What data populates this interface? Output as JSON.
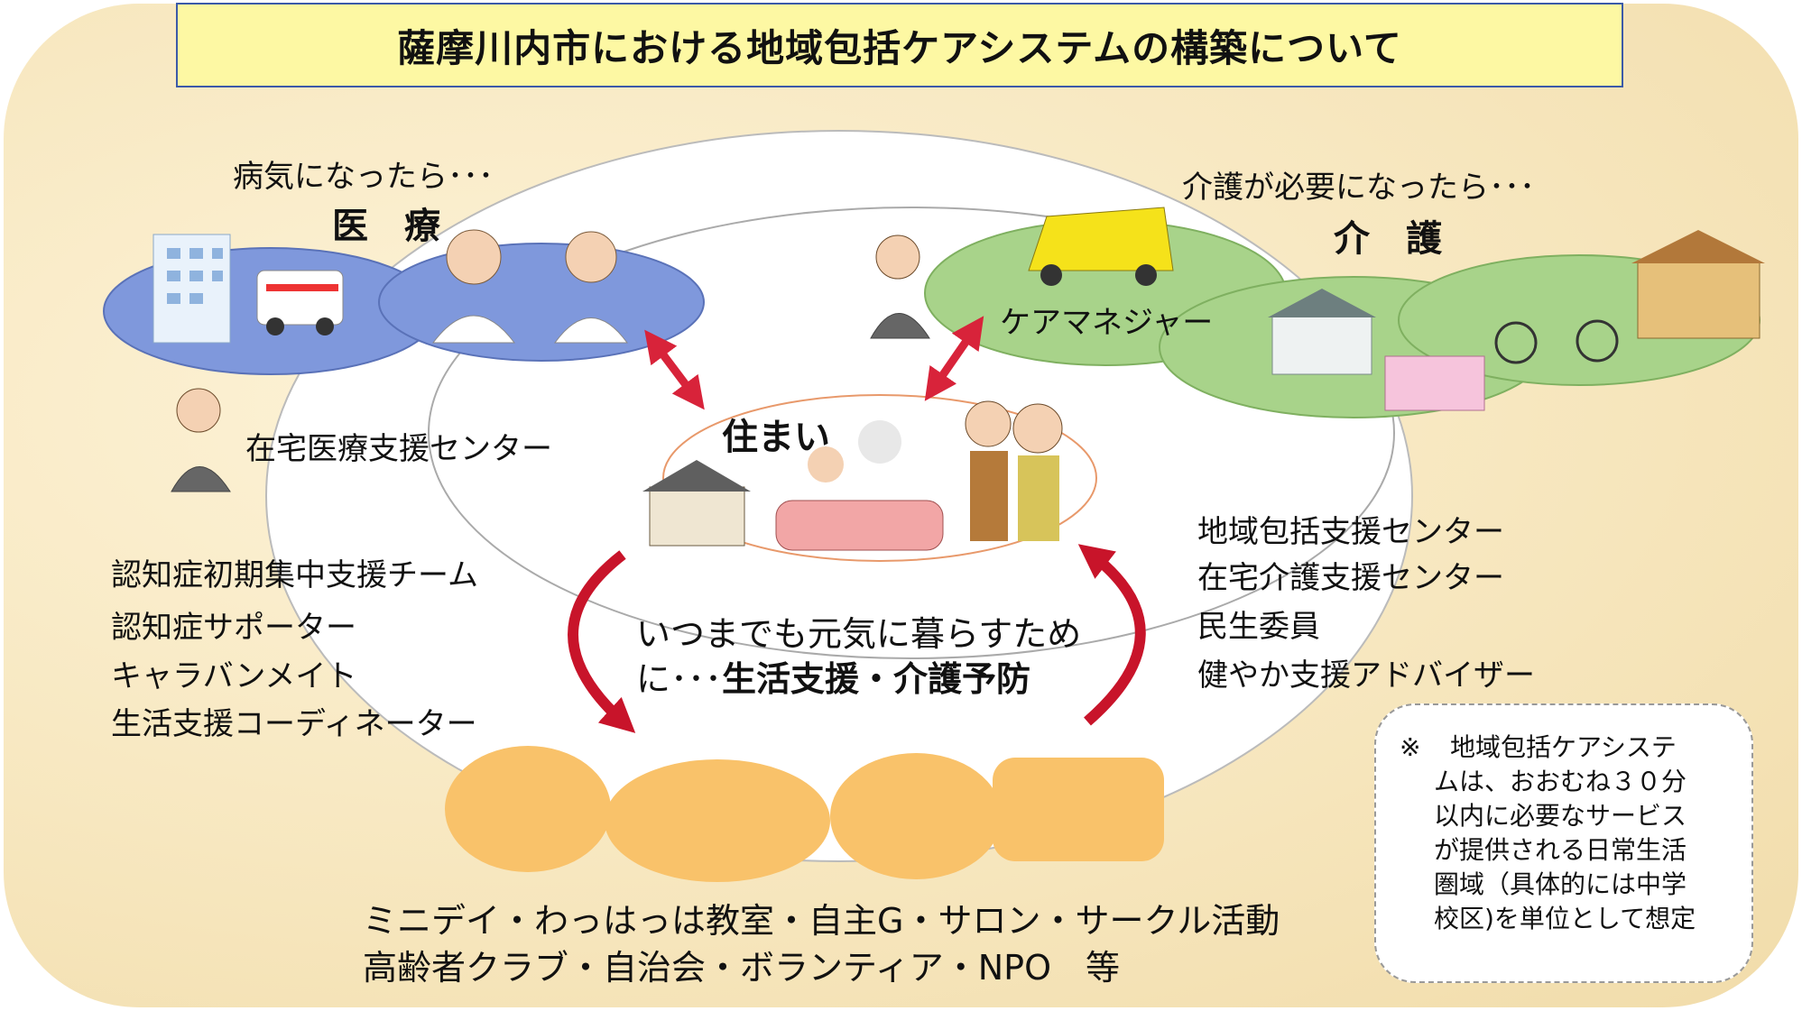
{
  "title": "薩摩川内市における地域包括ケアシステムの構築について",
  "medical": {
    "intro": "病気になったら･･･",
    "heading": "医　療",
    "home_center": "在宅医療支援センター"
  },
  "care": {
    "intro": "介護が必要になったら･･･",
    "heading": "介　護",
    "manager": "ケアマネジャー"
  },
  "housing": {
    "label": "住まい"
  },
  "left_list": [
    "認知症初期集中支援チーム",
    "認知症サポーター",
    "キャラバンメイト",
    "生活支援コーディネーター"
  ],
  "right_list": [
    "地域包括支援センター",
    "在宅介護支援センター",
    "民生委員",
    "健やか支援アドバイザー"
  ],
  "support": {
    "line1": "いつまでも元気に暮らすため",
    "line2_prefix": "に･･･",
    "line2_bold": "生活支援・介護予防"
  },
  "activities": {
    "line1": "ミニデイ・わっはっは教室・自主G・サロン・サークル活動",
    "line2": "高齢者クラブ・自治会・ボランティア・NPO　等"
  },
  "note": {
    "mark": "※",
    "first": "地域包括ケアシステ",
    "rest": [
      "ムは、おおむね３０分",
      "以内に必要なサービス",
      "が提供される日常生活",
      "圏域（具体的には中学",
      "校区)を単位として想定"
    ]
  },
  "colors": {
    "title_bg": "#fdf8a3",
    "medical_ellipse": "#7f98dc",
    "care_ellipse": "#9fcd7c",
    "arrow_red": "#d8233a",
    "background": "#f7e7bf"
  }
}
